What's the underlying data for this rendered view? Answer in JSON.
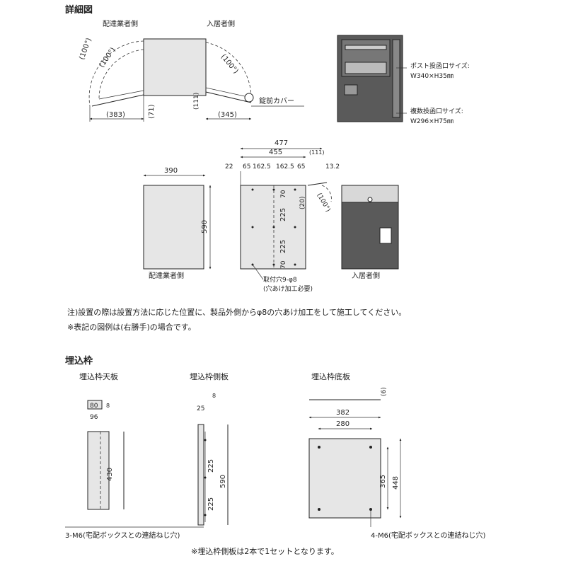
{
  "detail": {
    "heading": "詳細図",
    "label_delivery_side": "配達業者側",
    "label_resident_side": "入居者側",
    "angle_outer_left": "(100°)",
    "angle_inner_left": "(100°)",
    "angle_right": "(100°)",
    "dim_383": "(383)",
    "dim_71": "(71)",
    "dim_111": "(111)",
    "dim_345": "(345)",
    "lock_cover": "錠前カバー",
    "post_slot_label": "ポスト投函口サイズ:",
    "post_slot_size": "W340×H35㎜",
    "multi_slot_label": "複数投函口サイズ:",
    "multi_slot_size": "W296×H75㎜"
  },
  "views": {
    "dim_390": "390",
    "dim_590": "590",
    "dim_477": "477",
    "dim_455": "455",
    "dim_111b": "(111)",
    "dim_22": "22",
    "dim_65a": "65",
    "dim_162_5a": "162.5",
    "dim_162_5b": "162.5",
    "dim_65b": "65",
    "dim_13_2": "13.2",
    "dim_70a": "70",
    "dim_225a": "225",
    "dim_225b": "225",
    "dim_70b": "70",
    "dim_20": "(20)",
    "angle_100": "(100°)",
    "caption_delivery": "配達業者側",
    "caption_resident": "入居者側",
    "hole_label": "取付穴9-φ8",
    "hole_note": "(穴あけ加工必要)"
  },
  "notes": {
    "line1": "注)設置の際は設置方法に応じた位置に、製品外側からφ8の穴あけ加工をして施工してください。",
    "line2": "※表記の図例は(右勝手)の場合です。"
  },
  "frame": {
    "heading": "埋込枠",
    "top_plate": "埋込枠天板",
    "side_plate": "埋込枠側板",
    "bottom_plate": "埋込枠底板",
    "tp_80": "80",
    "tp_8": "8",
    "tp_96": "96",
    "tp_430": "430",
    "sp_8": "8",
    "sp_25": "25",
    "sp_225a": "225",
    "sp_225b": "225",
    "sp_590": "590",
    "bp_6": "(6)",
    "bp_382": "382",
    "bp_280": "280",
    "bp_365": "365",
    "bp_448": "448",
    "m6_left": "3-M6(宅配ボックスとの連結ねじ穴)",
    "m6_right": "4-M6(宅配ボックスとの連結ねじ穴)",
    "footnote": "※埋込枠側板は2本で1セットとなります。"
  }
}
